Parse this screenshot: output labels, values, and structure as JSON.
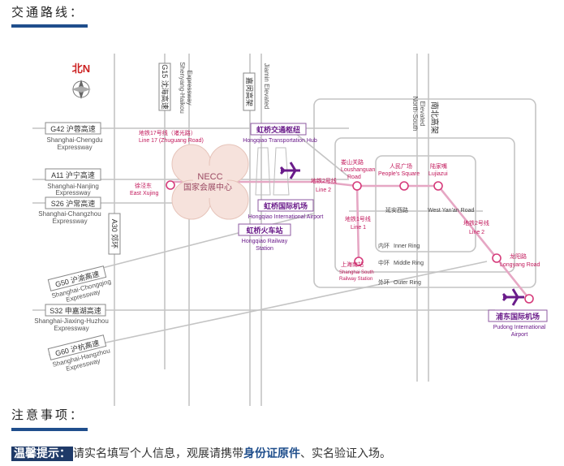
{
  "section_transport": {
    "title": "交通路线："
  },
  "section_notes": {
    "title": "注意事项："
  },
  "tip": {
    "badge": "温馨提示：",
    "text1": "请实名填写个人信息，观展请携带",
    "strong": "身份证原件",
    "text2": "、实名验证入场。"
  },
  "colors": {
    "accent": "#1f4e8c",
    "metro": "#d63b7b",
    "metro_label": "#c2185b",
    "road": "#bdbdbd",
    "plane": "#6a1b8a",
    "north": "#cc2222"
  },
  "map": {
    "north": "北N",
    "highways": {
      "g42": {
        "cn": "G42 沪蓉高速",
        "en1": "Shanghai-Chengdu",
        "en2": "Expressway"
      },
      "a11": {
        "cn": "A11 沪宁高速",
        "en1": "Shanghai-Nanjing",
        "en2": "Expressway"
      },
      "s26": {
        "cn": "S26 沪常高速",
        "en1": "Shanghai-Changzhou",
        "en2": "Expressway"
      },
      "g50": {
        "cn": "G50 沪渝高速",
        "en1": "Shanghai-Chongqing",
        "en2": "Expressway"
      },
      "s32": {
        "cn": "S32 申嘉湖高速",
        "en1": "Shanghai-Jiaxing-Huzhou",
        "en2": "Expressway"
      },
      "g60": {
        "cn": "G60 沪杭高速",
        "en1": "Shanghai-Hangzhou",
        "en2": "Expressway"
      },
      "g15": {
        "cn": "G15 沈海高速",
        "en1": "Shenyang-Haikou",
        "en2": "Expressway"
      },
      "jinan": {
        "cn": "嘉闵高架",
        "en1": "Jiamin Elevated"
      },
      "a30": {
        "cn": "A30 郊环"
      },
      "nanbei": {
        "cn": "南北高架",
        "en1": "North-South",
        "en2": "Elevated"
      }
    },
    "rings": {
      "inner": {
        "cn": "内环",
        "en": "Inner Ring"
      },
      "middle": {
        "cn": "中环",
        "en": "Middle Ring"
      },
      "outer": {
        "cn": "外环",
        "en": "Outer Ring"
      }
    },
    "yanan": {
      "cn": "延安西路",
      "en": "West Yan'an Road"
    },
    "necc": {
      "en": "NECC",
      "cn": "国家会展中心"
    },
    "hub": {
      "cn": "虹桥交通枢纽",
      "en": "Hongqiao Transportation Hub"
    },
    "hq_airport": {
      "cn": "虹桥国际机场",
      "en": "Hongqiao International Airport"
    },
    "hq_rail": {
      "cn": "虹桥火车站",
      "en1": "Hongqiao Railway",
      "en2": "Station"
    },
    "pd_airport": {
      "cn": "浦东国际机场",
      "en1": "Pudong International",
      "en2": "Airport"
    },
    "line17": {
      "cn": "地铁17号线（诸光路）",
      "en": "Line 17 (Zhuguang Road)"
    },
    "line2_left": {
      "cn": "地铁2号线",
      "en": "Line 2"
    },
    "line1": {
      "cn": "地铁1号线",
      "en": "Line 1"
    },
    "line2_right": {
      "cn": "地铁2号线",
      "en": "Line 2"
    },
    "stations": {
      "xujing": {
        "cn": "徐泾东",
        "en": "East Xujing"
      },
      "loushanguan": {
        "cn": "娄山关路",
        "en1": "Loushanguan",
        "en2": "Road"
      },
      "peoples_square": {
        "cn": "人民广场",
        "en": "People's Square"
      },
      "lujiazui": {
        "cn": "陆家嘴",
        "en": "Lujiazui"
      },
      "sh_south": {
        "cn": "上海南站",
        "en1": "Shanghai South",
        "en2": "Railway Station"
      },
      "longyang": {
        "cn": "龙阳路",
        "en": "Longyang Road"
      }
    }
  }
}
